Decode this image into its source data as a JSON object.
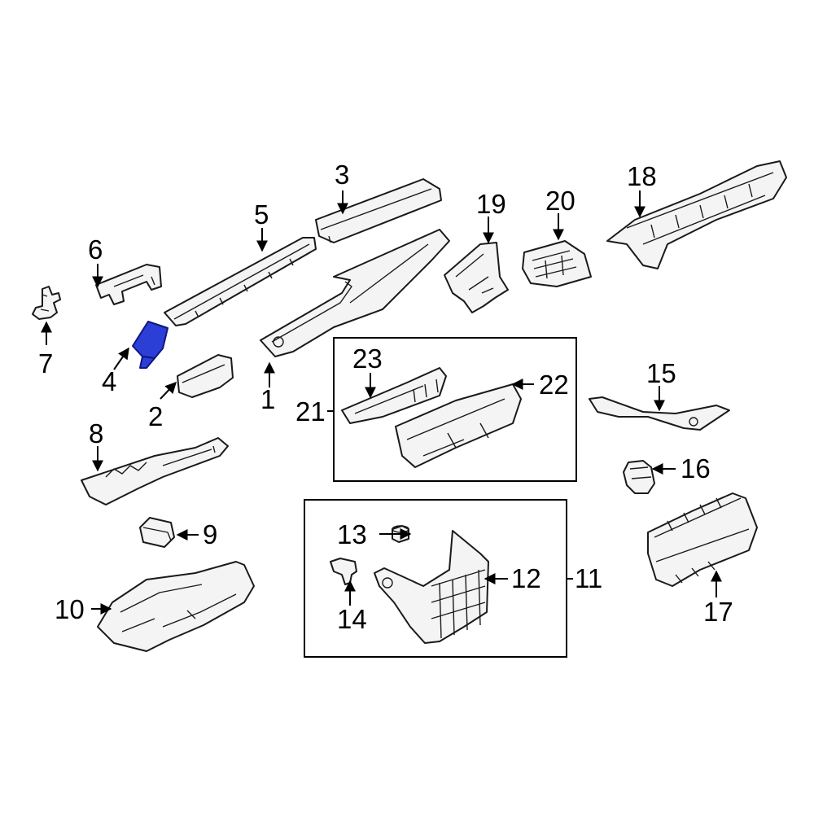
{
  "colors": {
    "highlight": "#2b3fd6",
    "line": "#1a1a1a",
    "background": "#ffffff"
  },
  "callouts": {
    "c1": "1",
    "c2": "2",
    "c3": "3",
    "c4": "4",
    "c5": "5",
    "c6": "6",
    "c7": "7",
    "c8": "8",
    "c9": "9",
    "c10": "10",
    "c11": "11",
    "c12": "12",
    "c13": "13",
    "c14": "14",
    "c15": "15",
    "c16": "16",
    "c17": "17",
    "c18": "18",
    "c19": "19",
    "c20": "20",
    "c21": "21",
    "c22": "22",
    "c23": "23"
  },
  "highlighted_part": "4"
}
